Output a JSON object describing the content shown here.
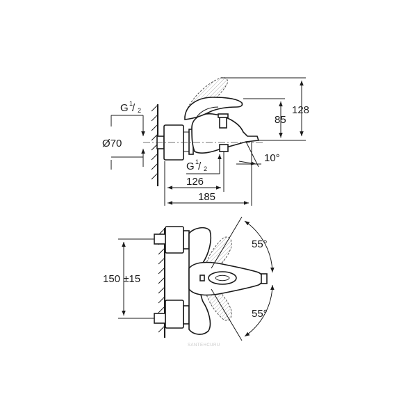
{
  "side_view": {
    "thread_top": {
      "main": "G",
      "super": "1",
      "sub": "2"
    },
    "thread_bottom": {
      "main": "G",
      "super": "1",
      "sub": "2"
    },
    "diameter": "Ø70",
    "dim_height_total": "128",
    "dim_height_outlet": "85",
    "dim_angle": "10°",
    "dim_depth_outlet": "126",
    "dim_depth_total": "185"
  },
  "front_view": {
    "dim_centers": "150 ±15",
    "angle_upper": "55°",
    "angle_lower": "55°"
  },
  "watermark": "SANTEHCURU"
}
